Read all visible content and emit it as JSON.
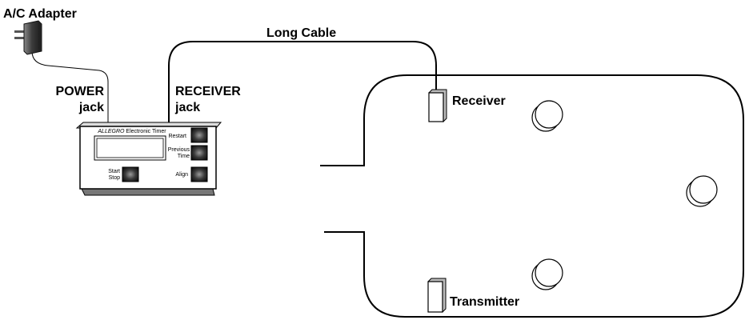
{
  "labels": {
    "adapter": "A/C Adapter",
    "long_cable": "Long Cable",
    "power_jack_line1": "POWER",
    "power_jack_line2": "jack",
    "receiver_jack_line1": "RECEIVER",
    "receiver_jack_line2": "jack",
    "receiver": "Receiver",
    "transmitter": "Transmitter"
  },
  "timer": {
    "brand": "ALLEGRO",
    "model": " Electronic Timer",
    "buttons": {
      "restart": "Restart",
      "previous_line1": "Previous",
      "previous_line2": "Time",
      "align": "Align",
      "start_line1": "Start",
      "start_line2": "Stop"
    }
  },
  "icons": {
    "adapter": "ac-adapter-icon",
    "timer": "timer-device-icon",
    "receiver": "receiver-sensor-icon",
    "transmitter": "transmitter-sensor-icon",
    "pylon": "pylon-circle-icon"
  },
  "colors": {
    "line": "#000000",
    "button_dark": "#222222",
    "device_shadow": "#555555"
  }
}
